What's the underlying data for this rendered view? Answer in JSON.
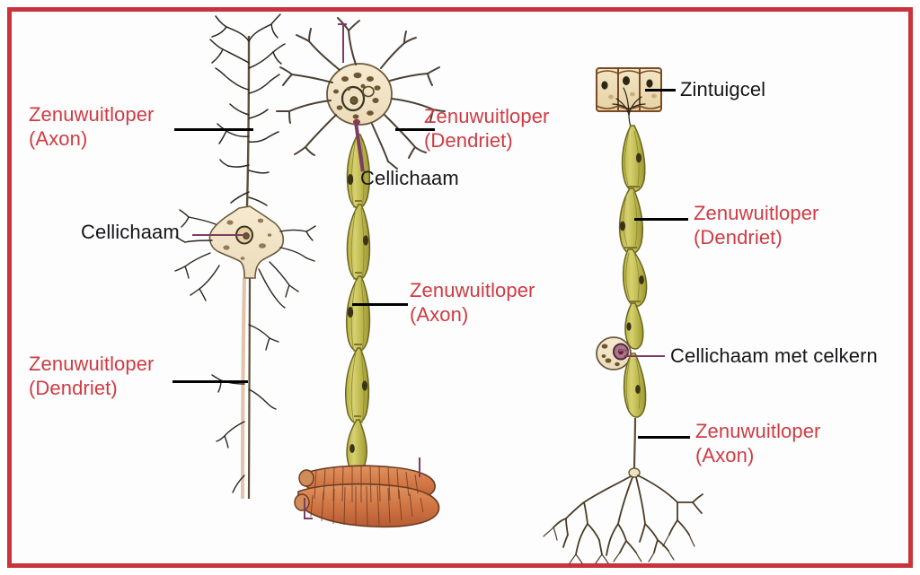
{
  "figure": {
    "title": "Drie typen zenuwcellen (neuronen) met onderdelen benoemd",
    "border_color": "#c9333b",
    "background_color": "#ffffff",
    "red_label_color": "#cf3b43",
    "black_label_color": "#16161a",
    "leader_line_color": "#000000",
    "thin_pointer_color": "#7c3c63"
  },
  "panels": [
    {
      "id": "left-neuron",
      "name": "pyramidal-neuron",
      "labels": [
        "axon-left",
        "cellichaam-left",
        "dendriet-left"
      ]
    },
    {
      "id": "middle-neuron",
      "name": "motor-neuron",
      "labels": [
        "dendriet-middle",
        "cellichaam-middle",
        "axon-middle"
      ]
    },
    {
      "id": "right-neuron",
      "name": "sensory-neuron",
      "labels": [
        "zintuigcel-right",
        "dendriet-right",
        "cellichaam-celkern-right",
        "axon-right"
      ]
    }
  ],
  "labels": {
    "axon_left": {
      "line1": "Zenuwuitloper",
      "line2": "(Axon)",
      "color": "red"
    },
    "cellichaam_left": {
      "line1": "Cellichaam",
      "color": "black"
    },
    "dendriet_left": {
      "line1": "Zenuwuitloper",
      "line2": "(Dendriet)",
      "color": "red"
    },
    "dendriet_middle": {
      "line1": "Zenuwuitloper",
      "line2": "(Dendriet)",
      "color": "red"
    },
    "cellichaam_middle": {
      "line1": "Cellichaam",
      "color": "black"
    },
    "axon_middle": {
      "line1": "Zenuwuitloper",
      "line2": "(Axon)",
      "color": "red"
    },
    "zintuigcel_right": {
      "line1": "Zintuigcel",
      "color": "black"
    },
    "dendriet_right": {
      "line1": "Zenuwuitloper",
      "line2": "(Dendriet)",
      "color": "red"
    },
    "cellichaam_celkern_right": {
      "line1": "Cellichaam met celkern",
      "color": "black"
    },
    "axon_right": {
      "line1": "Zenuwuitloper",
      "line2": "(Axon)",
      "color": "red"
    }
  }
}
